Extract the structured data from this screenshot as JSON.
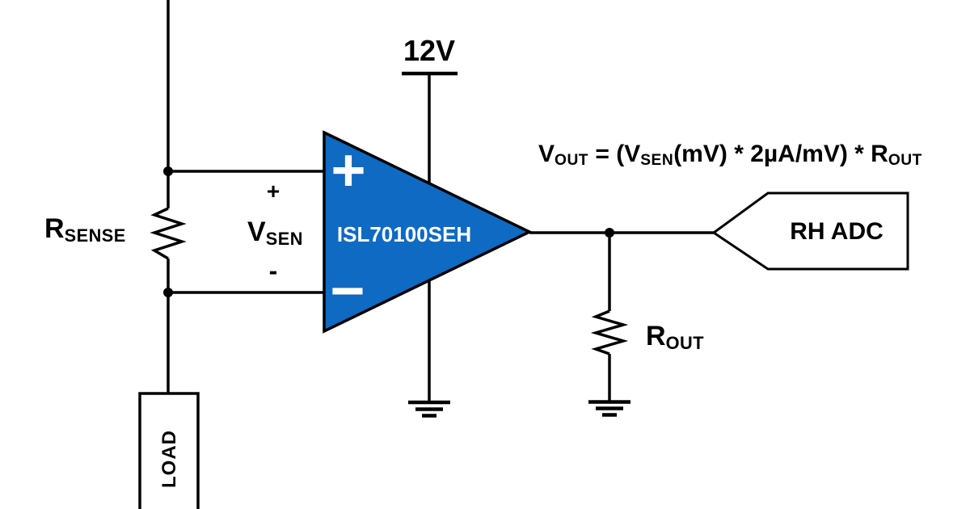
{
  "diagram": {
    "title_hint": "ISL70100SEH current sense schematic",
    "colors": {
      "opamp_fill": "#0E6AC2",
      "wire": "#000000",
      "background": "#FFFFFF"
    },
    "supply": {
      "label": "12V"
    },
    "opamp": {
      "part_number": "ISL70100SEH",
      "plus_icon": "+",
      "minus_icon": "−"
    },
    "sense_resistor": {
      "main": "R",
      "sub": "SENSE"
    },
    "sense_voltage": {
      "main": "V",
      "sub": "SEN",
      "plus": "+",
      "minus": "-"
    },
    "output_resistor": {
      "main": "R",
      "sub": "OUT"
    },
    "load": {
      "label": "LOAD"
    },
    "adc": {
      "label": "RH ADC"
    },
    "equation": {
      "m1": "V",
      "s1": "OUT",
      "m2": " = (V",
      "s2": "SEN",
      "m3": "(mV) * 2µA/mV) * R",
      "s3": "OUT"
    }
  }
}
